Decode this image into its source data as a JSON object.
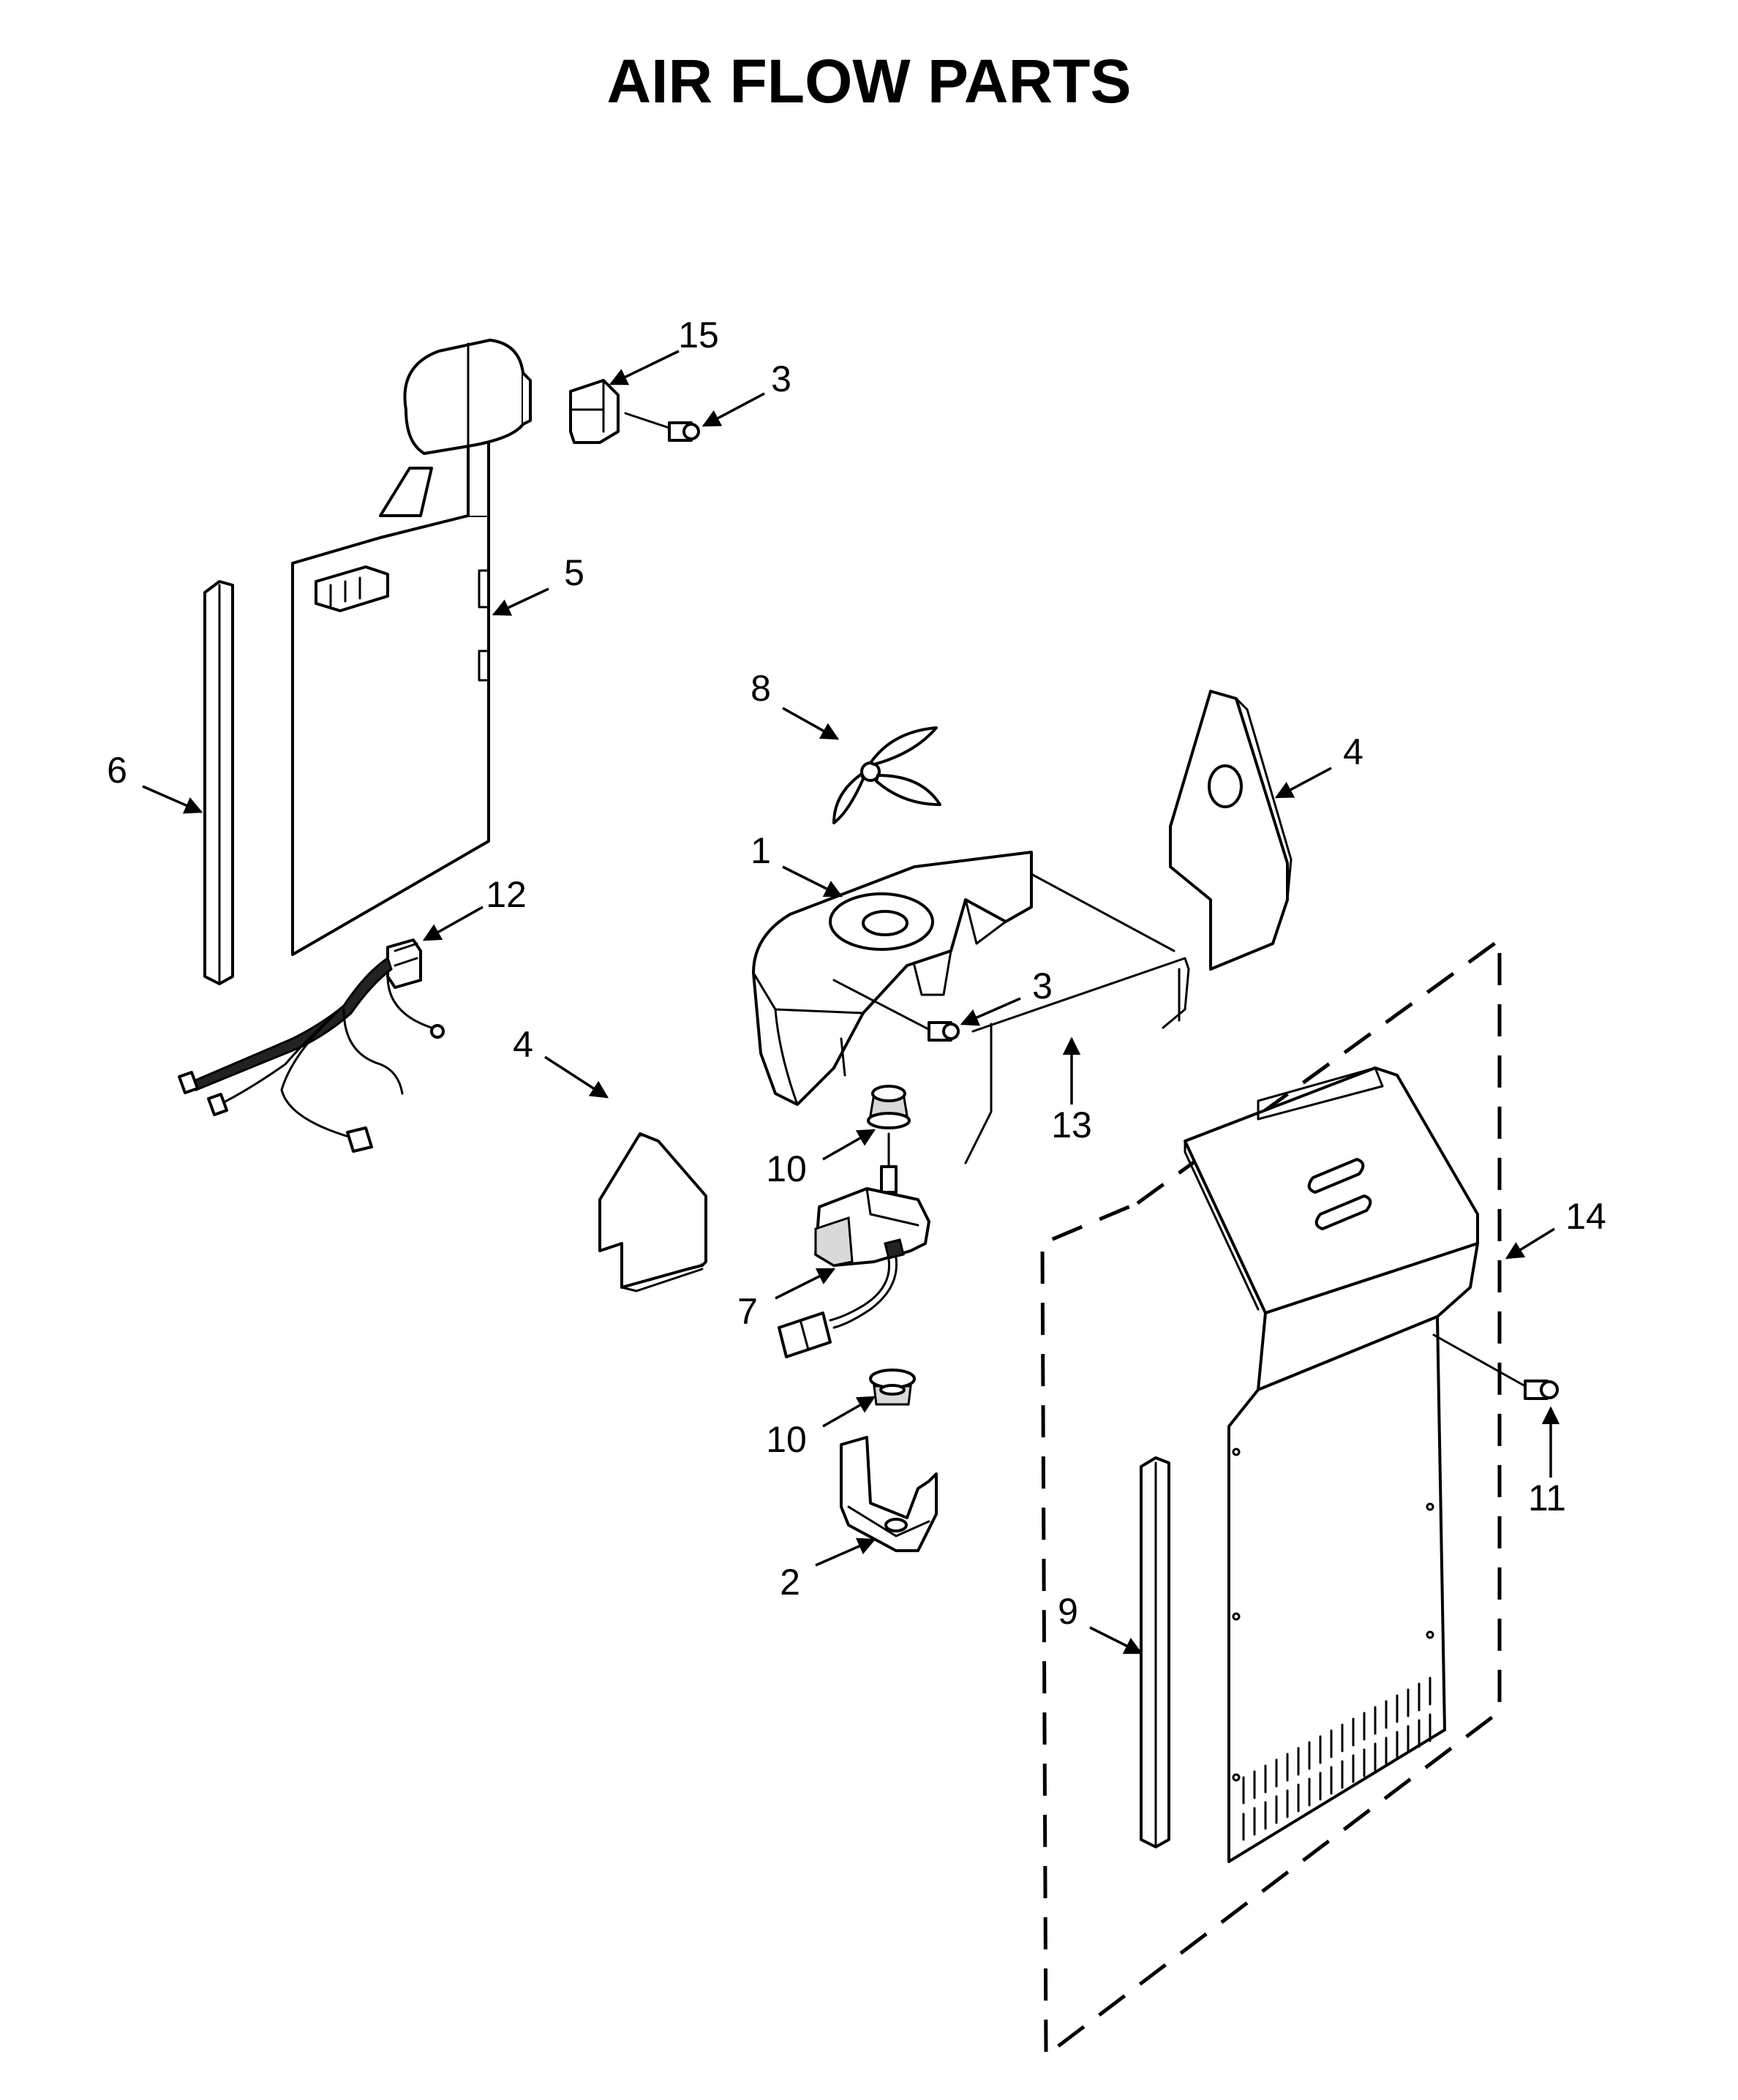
{
  "title": "AIR FLOW PARTS",
  "callouts": [
    {
      "id": "c-15",
      "label": "15"
    },
    {
      "id": "c-3a",
      "label": "3"
    },
    {
      "id": "c-5",
      "label": "5"
    },
    {
      "id": "c-6",
      "label": "6"
    },
    {
      "id": "c-8",
      "label": "8"
    },
    {
      "id": "c-4a",
      "label": "4"
    },
    {
      "id": "c-1",
      "label": "1"
    },
    {
      "id": "c-12",
      "label": "12"
    },
    {
      "id": "c-3b",
      "label": "3"
    },
    {
      "id": "c-4b",
      "label": "4"
    },
    {
      "id": "c-13",
      "label": "13"
    },
    {
      "id": "c-10a",
      "label": "10"
    },
    {
      "id": "c-14",
      "label": "14"
    },
    {
      "id": "c-7",
      "label": "7"
    },
    {
      "id": "c-10b",
      "label": "10"
    },
    {
      "id": "c-11",
      "label": "11"
    },
    {
      "id": "c-2",
      "label": "2"
    },
    {
      "id": "c-9",
      "label": "9"
    }
  ]
}
